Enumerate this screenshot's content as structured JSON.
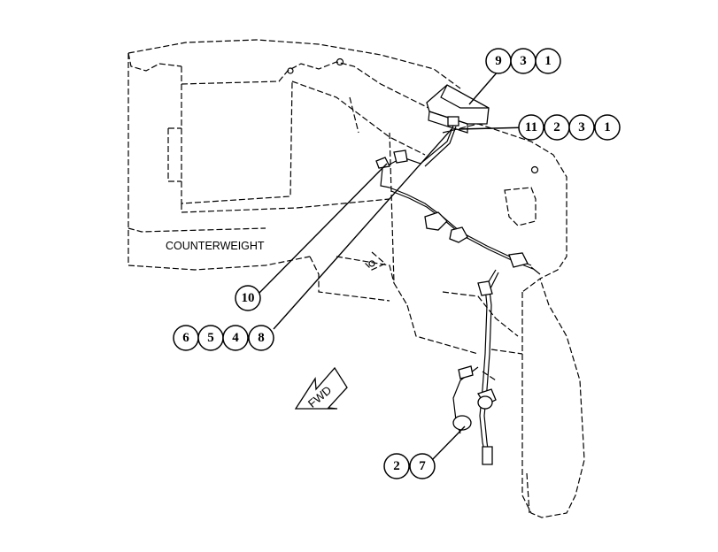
{
  "labels": {
    "counterweight": "COUNTERWEIGHT",
    "fwd": "FWD"
  },
  "callouts": {
    "group_a": [
      "9",
      "3",
      "1"
    ],
    "group_b": [
      "11",
      "2",
      "3",
      "1"
    ],
    "group_c": [
      "10"
    ],
    "group_d": [
      "6",
      "5",
      "4",
      "8"
    ],
    "group_e": [
      "2",
      "7"
    ]
  },
  "icons": {
    "direction_arrow": "fwd-arrow-icon"
  }
}
